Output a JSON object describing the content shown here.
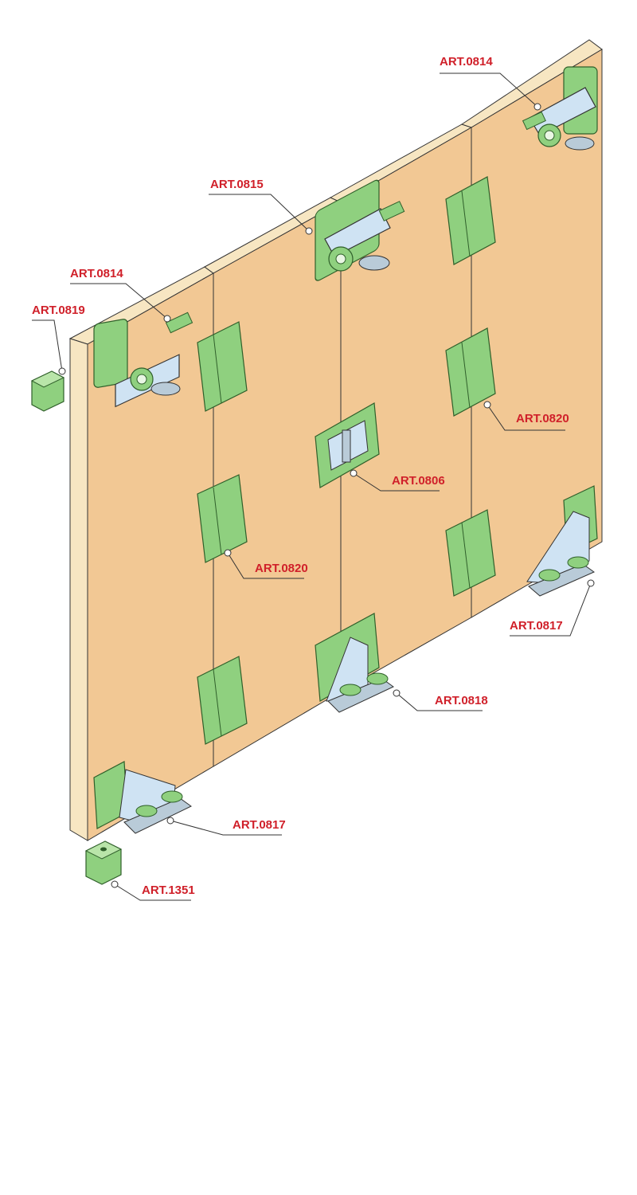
{
  "colors": {
    "panel": "#f2c894",
    "panel_edge": "#f7e6c2",
    "panel_line": "#333333",
    "part_green": "#8fd07f",
    "part_green_dark": "#4f9a48",
    "part_blue": "#cfe3f3",
    "part_steel": "#b9cbd8",
    "label_red": "#d0202a",
    "leader": "#333333"
  },
  "labels": {
    "art0814_top": "ART.0814",
    "art0815": "ART.0815",
    "art0814_left": "ART.0814",
    "art0819": "ART.0819",
    "art0820_right": "ART.0820",
    "art0806": "ART.0806",
    "art0820_left": "ART.0820",
    "art0817_right": "ART.0817",
    "art0818": "ART.0818",
    "art0817_bottom": "ART.0817",
    "art1351": "ART.1351"
  }
}
